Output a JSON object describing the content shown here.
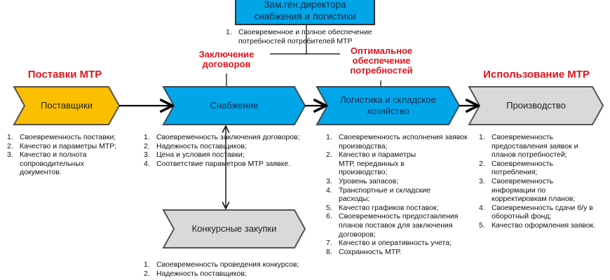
{
  "director": {
    "line1": "Зам.ген.директора",
    "line2": "снабжения и логистики",
    "criteria": [
      {
        "num": "1.",
        "text": "Своевременное   и полное обеспечение потребностей потребителей МТР"
      }
    ]
  },
  "stage_labels": {
    "supply": "Поставки МТР",
    "contracts_line1": "Заключение",
    "contracts_line2": "договоров",
    "optimal_line1": "Оптимальное",
    "optimal_line2": "обеспечение",
    "optimal_line3": "потребностей",
    "usage": "Использование МТР"
  },
  "colors": {
    "suppliers": "#fbbf00",
    "blue": "#00a6e8",
    "gray": "#d9d9d9",
    "red_label": "#e0141e"
  },
  "nodes": {
    "suppliers": "Поставщики",
    "procurement": "Снабжение",
    "logistics_line1": "Логистика и складское",
    "logistics_line2": "хозяйство",
    "production": "Производство",
    "tenders": "Конкурсные закупки"
  },
  "criteria": {
    "suppliers": [
      {
        "num": "1.",
        "text": "Своевременность поставки;"
      },
      {
        "num": "2.",
        "text": "Качество и параметры МТР;"
      },
      {
        "num": "3.",
        "text": "Качество и полнота сопроводительных документов."
      }
    ],
    "procurement": [
      {
        "num": "1.",
        "text": "Своевременность заключения договоров;"
      },
      {
        "num": "2.",
        "text": "Надежность поставщиков;"
      },
      {
        "num": "3.",
        "text": "Цена и условия поставки;"
      },
      {
        "num": "4.",
        "text": "Соответствие параметров МТР заявке."
      }
    ],
    "logistics": [
      {
        "num": "1.",
        "text": "Своевременность исполнения заявок производства;"
      },
      {
        "num": "2.",
        "text": "Качество и параметры МТР, переданных в производство;"
      },
      {
        "num": "3.",
        "text": "Уровень запасов;"
      },
      {
        "num": "4.",
        "text": "Транспортные и складские расходы;"
      },
      {
        "num": "5.",
        "text": "Качество графиков поставок;"
      },
      {
        "num": "6.",
        "text": "Своевременность предоставления планов поставок для заключения договоров;"
      },
      {
        "num": "7.",
        "text": "Качество и оперативность учета;"
      },
      {
        "num": "8.",
        "text": "Сохранность МТР."
      }
    ],
    "production": [
      {
        "num": "1.",
        "text": "Своевременность предоставления заявок и планов потребностей;"
      },
      {
        "num": "2.",
        "text": "Своевременность потребления;"
      },
      {
        "num": "3.",
        "text": "Своевременность информации по корректировкам планов;"
      },
      {
        "num": "4.",
        "text": "Своевременность сдачи б/у в оборотный фонд;"
      },
      {
        "num": "5.",
        "text": "Качество оформления заявок."
      }
    ],
    "tenders": [
      {
        "num": "1.",
        "text": "Своевременность проведения конкурсов;"
      },
      {
        "num": "2.",
        "text": "Надежность поставщиков;"
      }
    ]
  }
}
